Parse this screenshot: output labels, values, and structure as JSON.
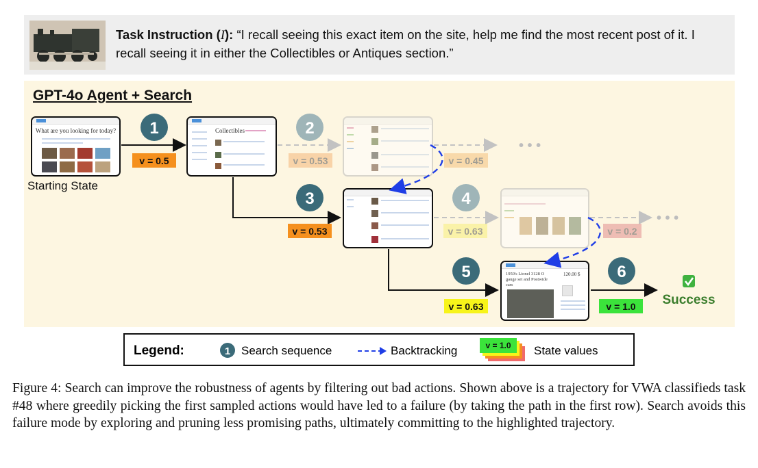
{
  "task": {
    "label": "Task Instruction (",
    "symbol": "I",
    "label_end": "):",
    "text": "“I recall seeing this exact item on the site, help me find the most recent post of it. I recall seeing it in either the Collectibles or Antiques section.”"
  },
  "panel": {
    "title": "GPT-4o Agent + Search"
  },
  "steps": [
    "1",
    "2",
    "3",
    "4",
    "5",
    "6"
  ],
  "values": {
    "v1": "v = 0.5",
    "v2": "v = 0.53",
    "v2b": "v = 0.45",
    "v3": "v = 0.53",
    "v4": "v = 0.63",
    "v4b": "v = 0.2",
    "v5": "v = 0.63",
    "v6": "v = 1.0"
  },
  "ellipsis": "• • •",
  "start_label": "Starting State",
  "success": {
    "check": "✅",
    "label": "Success"
  },
  "screens": {
    "start_prompt": "What are you looking for today?",
    "collectibles": "Collectibles",
    "item_title": "1950's Lionel 3128 O gauge set and Postwide cars",
    "price": "120.00 $"
  },
  "legend": {
    "title": "Legend:",
    "step_icon": "1",
    "search": "Search sequence",
    "backtrack": "Backtracking",
    "value_sample": "v = 1.0",
    "state_values": "State values"
  },
  "caption": "Figure 4: Search can improve the robustness of agents by filtering out bad actions. Shown above is a trajectory for VWA classifieds task #48 where greedily picking the first sampled actions would have led to a failure (by taking the path in the first row). Search avoids this failure mode by exploring and pruning less promising paths, ultimately committing to the highlighted trajectory.",
  "colors": {
    "panel_bg": "#fdf6e1",
    "step_dark": "#3b6b79",
    "step_faded": "#9fb5b8",
    "value_orange": "#f5901e",
    "value_yellow": "#f7f41a",
    "value_green": "#3be33b",
    "backtrack_blue": "#1f3ee6",
    "success_green": "#3a7d2c"
  }
}
